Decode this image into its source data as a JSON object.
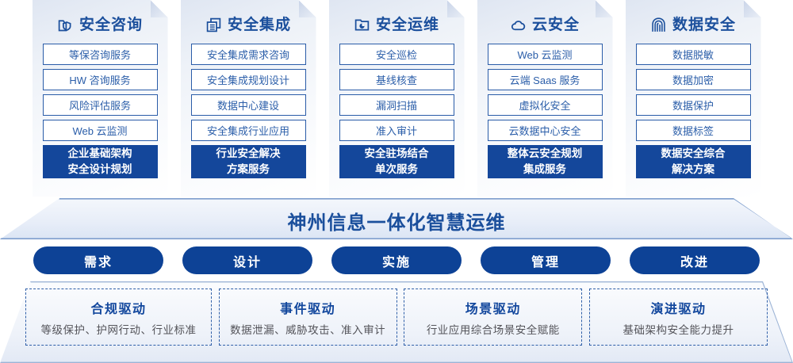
{
  "columns": [
    {
      "icon": "folder-shield-icon",
      "title": "安全咨询",
      "items": [
        "等保咨询服务",
        "HW 咨询服务",
        "风险评估服务",
        "Web 云监测"
      ],
      "highlight": [
        "企业基础架构",
        "安全设计规划"
      ]
    },
    {
      "icon": "documents-stack-icon",
      "title": "安全集成",
      "items": [
        "安全集成需求咨询",
        "安全集成规划设计",
        "数据中心建设",
        "安全集成行业应用"
      ],
      "highlight": [
        "行业安全解决",
        "方案服务"
      ]
    },
    {
      "icon": "monitor-chart-icon",
      "title": "安全运维",
      "items": [
        "安全巡检",
        "基线核查",
        "漏洞扫描",
        "准入审计"
      ],
      "highlight": [
        "安全驻场结合",
        "单次服务"
      ]
    },
    {
      "icon": "cloud-icon",
      "title": "云安全",
      "items": [
        "Web 云监测",
        "云端 Saas 服务",
        "虚拟化安全",
        "云数据中心安全"
      ],
      "highlight": [
        "整体云安全规划",
        "集成服务"
      ]
    },
    {
      "icon": "fingerprint-icon",
      "title": "数据安全",
      "items": [
        "数据脱敏",
        "数据加密",
        "数据保护",
        "数据标签"
      ],
      "highlight": [
        "数据安全综合",
        "解决方案"
      ]
    }
  ],
  "banner": {
    "title": "神州信息一体化智慧运维"
  },
  "phases": [
    {
      "label": "需求"
    },
    {
      "label": "设计"
    },
    {
      "label": "实施"
    },
    {
      "label": "管理"
    },
    {
      "label": "改进"
    }
  ],
  "drivers": [
    {
      "title": "合规驱动",
      "subtitle": "等级保护、护网行动、行业标准"
    },
    {
      "title": "事件驱动",
      "subtitle": "数据泄漏、威胁攻击、准入审计"
    },
    {
      "title": "场景驱动",
      "subtitle": "行业应用综合场景安全赋能"
    },
    {
      "title": "演进驱动",
      "subtitle": "基础架构安全能力提升"
    }
  ],
  "colors": {
    "brand_blue": "#14479b",
    "text_blue": "#2b5ea9",
    "pill_blue": "#0d4296",
    "subtext_gray": "#54545a"
  }
}
